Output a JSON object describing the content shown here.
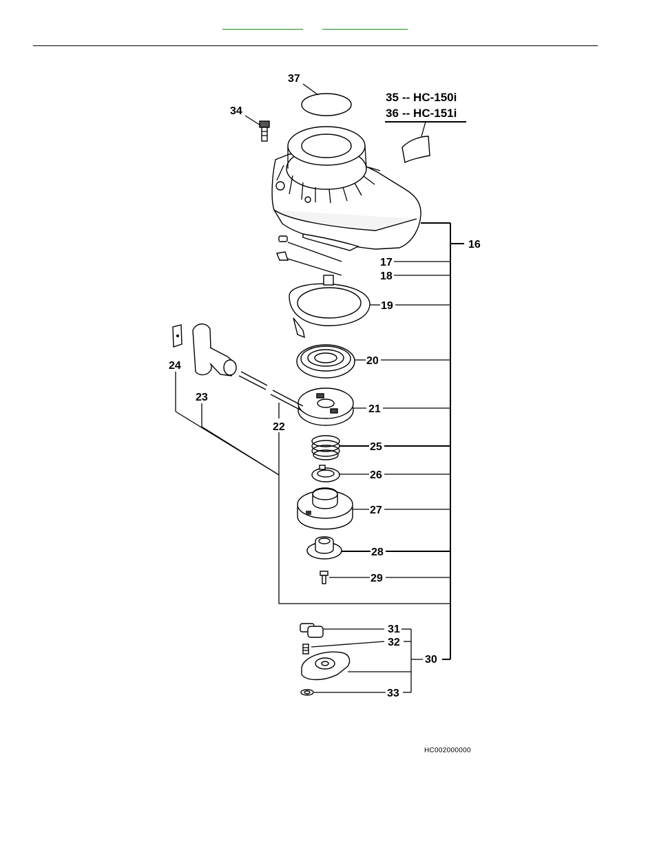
{
  "header": {
    "links": [
      "",
      ""
    ],
    "link_color": "#1a8a1a"
  },
  "diagram": {
    "callouts": {
      "p16": "16",
      "p17": "17",
      "p18": "18",
      "p19": "19",
      "p20": "20",
      "p21": "21",
      "p22": "22",
      "p23": "23",
      "p24": "24",
      "p25": "25",
      "p26": "26",
      "p27": "27",
      "p28": "28",
      "p29": "29",
      "p30": "30",
      "p31": "31",
      "p32": "32",
      "p33": "33",
      "p34": "34",
      "p37": "37"
    },
    "model_labels": {
      "line1_num": "35",
      "line1_text": "-- HC-150i",
      "line2_num": "36",
      "line2_text": "-- HC-151i"
    },
    "drawing_code": "HC002000000"
  }
}
